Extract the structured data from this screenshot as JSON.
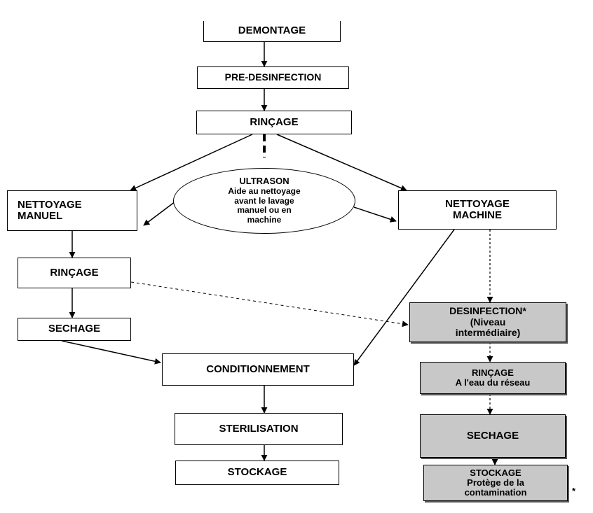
{
  "steps": {
    "demontage": "DEMONTAGE",
    "pre_desinfection": "PRE-DESINFECTION",
    "rincage_top": "RINÇAGE",
    "nettoyage_manuel": [
      "NETTOYAGE",
      "MANUEL"
    ],
    "ultrason": {
      "title": "ULTRASON",
      "lines": [
        "Aide au nettoyage",
        "avant le lavage",
        "manuel ou en",
        "machine"
      ]
    },
    "nettoyage_machine": [
      "NETTOYAGE",
      "MACHINE"
    ],
    "rincage_left": "RINÇAGE",
    "sechage_left": "SECHAGE",
    "conditionnement": "CONDITIONNEMENT",
    "sterilisation": "STERILISATION",
    "stockage_left": "STOCKAGE",
    "desinfection": [
      "DESINFECTION*",
      "(Niveau",
      "intermédiaire)"
    ],
    "rincage_right": [
      "RINÇAGE",
      "A l'eau du réseau"
    ],
    "sechage_right": "SECHAGE",
    "stockage_right": [
      "STOCKAGE",
      "Protège de la",
      "contamination"
    ]
  },
  "footnote_marker": "*",
  "colors": {
    "highlight_box": "#c8c8c8",
    "stroke": "#000000"
  }
}
